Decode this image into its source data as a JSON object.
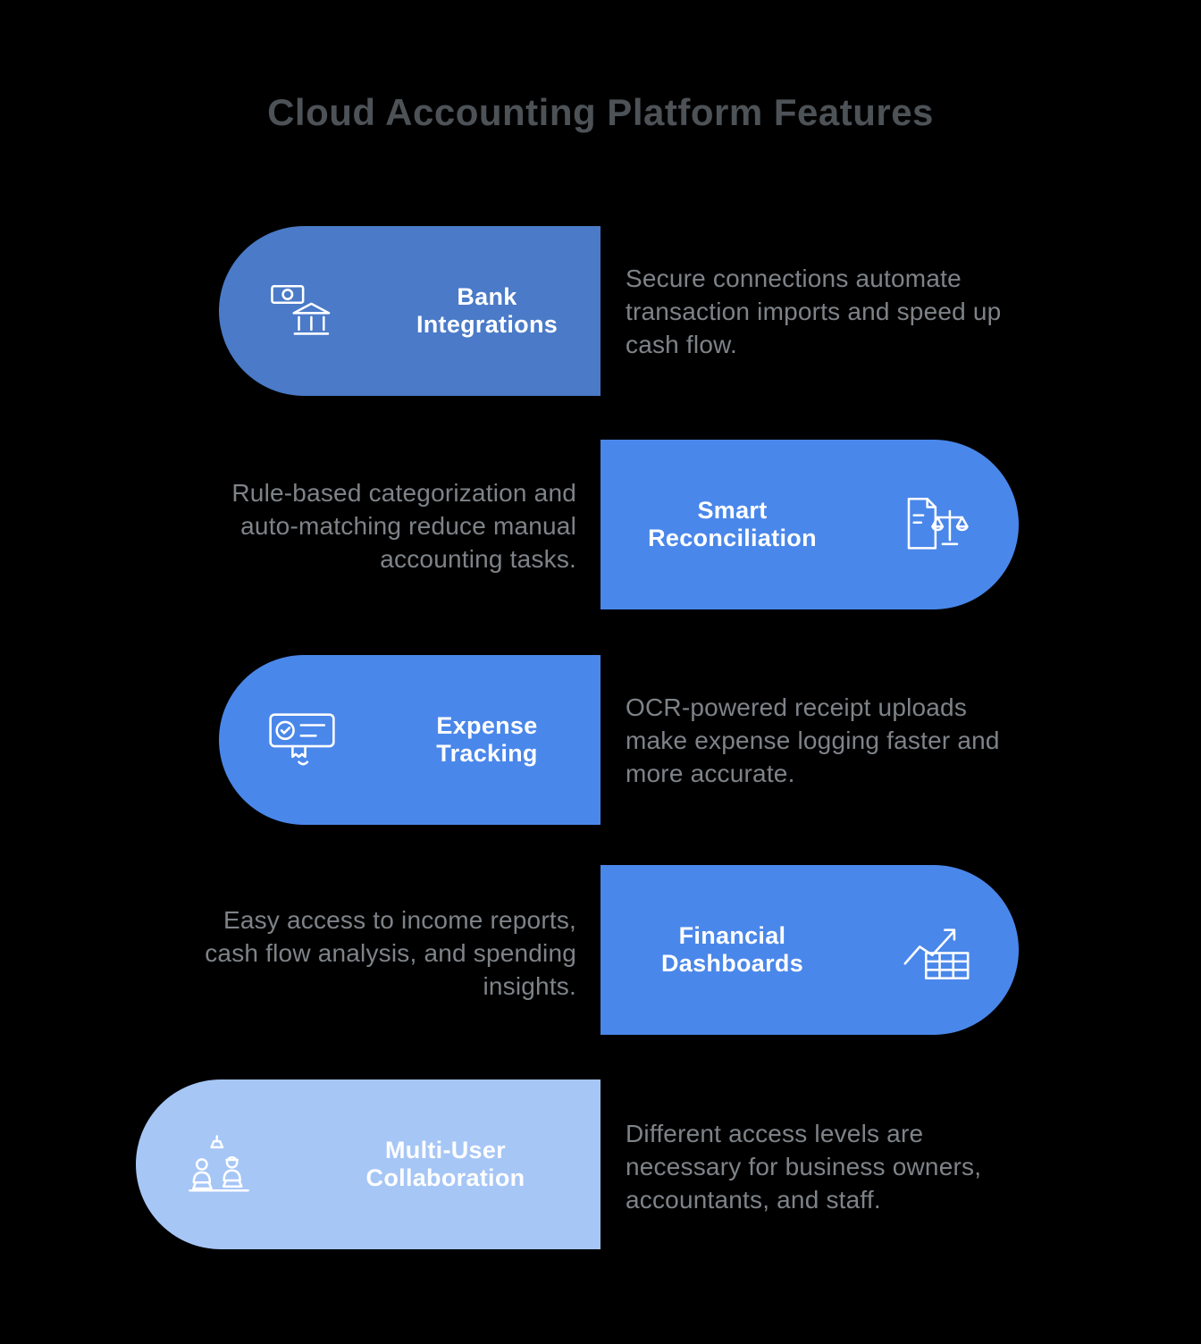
{
  "title": "Cloud Accounting Platform Features",
  "colors": {
    "background": "#000000",
    "title_text": "#4d5257",
    "description_text": "#7e8388",
    "pill_label_text": "#ffffff",
    "pill_1": "#4a7ac8",
    "pill_2": "#4a87ea",
    "pill_3": "#4a87ea",
    "pill_4": "#4a87ea",
    "pill_5": "#a6c6f6"
  },
  "features": [
    {
      "label": "Bank Integrations",
      "description": "Secure connections automate transaction imports and speed up cash flow.",
      "icon": "bank-icon",
      "side": "left"
    },
    {
      "label": "Smart Reconciliation",
      "description": "Rule-based categorization and auto-matching reduce manual accounting tasks.",
      "icon": "scales-document-icon",
      "side": "right"
    },
    {
      "label": "Expense Tracking",
      "description": "OCR-powered receipt uploads make expense logging faster and more accurate.",
      "icon": "receipt-monitor-icon",
      "side": "left"
    },
    {
      "label": "Financial Dashboards",
      "description": "Easy access to income reports, cash flow analysis, and spending insights.",
      "icon": "chart-grid-icon",
      "side": "right"
    },
    {
      "label": "Multi-User Collaboration",
      "description": "Different access levels are necessary for business owners, accountants, and staff.",
      "icon": "team-collaboration-icon",
      "side": "left"
    }
  ]
}
